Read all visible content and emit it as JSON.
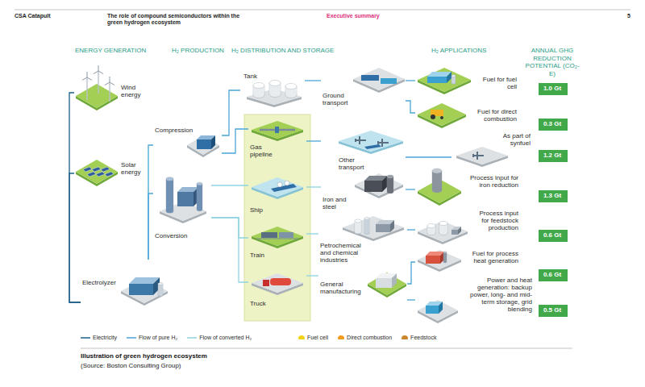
{
  "diagram": {
    "caption": "Illustration of green hydrogen ecosystem",
    "nodes": [
      {
        "text": [
          "Wind energy"
        ]
      },
      {
        "text": [
          "Solar energy"
        ]
      },
      {
        "text": [
          "Compression"
        ]
      },
      {
        "text": [
          "Conversion"
        ]
      },
      {
        "text": [
          "Electrolyzer"
        ]
      },
      {
        "text": [
          "Tank"
        ]
      },
      {
        "text": [
          "Gas pipeline"
        ]
      },
      {
        "text": [
          "Ship"
        ]
      },
      {
        "text": [
          "Train"
        ]
      },
      {
        "text": [
          "Truck"
        ]
      },
      {
        "text": [
          "Ground transport"
        ]
      },
      {
        "text": [
          "Other transport"
        ]
      },
      {
        "text": [
          "Iron and steel"
        ]
      },
      {
        "text": [
          "Petrochemical and chemical industries"
        ]
      },
      {
        "text": [
          "General manufacturing"
        ]
      },
      {
        "text": [
          "Fuel for fuel cell"
        ]
      },
      {
        "text": [
          "Fuel for direct combustion"
        ]
      },
      {
        "text": [
          "As part of synfuel"
        ]
      },
      {
        "text": [
          "Process input for iron reduction"
        ]
      },
      {
        "text": [
          "Process input for feedstock production"
        ]
      },
      {
        "text": [
          "Fuel for process heat generation"
        ]
      },
      {
        "text": [
          "Power and heat generation: backup power, long- and mid-term storage, grid blending"
        ]
      },
      {
        "text": [
          "1.0 Gt"
        ]
      },
      {
        "text": [
          "0.3 Gt"
        ]
      },
      {
        "text": [
          "1.2 Gt"
        ]
      },
      {
        "text": [
          "1.3 Gt"
        ]
      },
      {
        "text": [
          "0.6 Gt"
        ]
      },
      {
        "text": [
          "0.6 Gt"
        ]
      },
      {
        "text": [
          "0.5 Gt"
        ]
      }
    ],
    "edges": [
      {
        "from": 0,
        "to": 4,
        "arrow": "none"
      },
      {
        "from": 1,
        "to": 4,
        "arrow": "none"
      },
      {
        "from": 4,
        "to": 2,
        "arrow": "none"
      },
      {
        "from": 4,
        "to": 3,
        "arrow": "none"
      },
      {
        "from": 2,
        "to": 5,
        "arrow": "none"
      },
      {
        "from": 2,
        "to": 6,
        "arrow": "none"
      },
      {
        "from": 3,
        "to": 7,
        "arrow": "none"
      },
      {
        "from": 3,
        "to": 8,
        "arrow": "none"
      },
      {
        "from": 3,
        "to": 9,
        "arrow": "none"
      },
      {
        "from": 5,
        "to": 10,
        "arrow": "none"
      },
      {
        "from": 6,
        "to": 11,
        "arrow": "none"
      },
      {
        "from": 7,
        "to": 12,
        "arrow": "none"
      },
      {
        "from": 8,
        "to": 13,
        "arrow": "none"
      },
      {
        "from": 9,
        "to": 14,
        "arrow": "none"
      },
      {
        "from": 10,
        "to": 15,
        "arrow": "none"
      },
      {
        "from": 10,
        "to": 16,
        "arrow": "none"
      },
      {
        "from": 11,
        "to": 17,
        "arrow": "none"
      },
      {
        "from": 12,
        "to": 18,
        "arrow": "none"
      },
      {
        "from": 13,
        "to": 19,
        "arrow": "none"
      },
      {
        "from": 14,
        "to": 20,
        "arrow": "none"
      },
      {
        "from": 14,
        "to": 21,
        "arrow": "none"
      }
    ],
    "labels": [
      "CSA Catapult",
      "The role of compound semiconductors within the green hydrogen ecosystem",
      "Executive summary",
      "5",
      "ENERGY GENERATION",
      "H₂ PRODUCTION",
      "H₂ DISTRIBUTION AND STORAGE",
      "H₂ APPLICATIONS",
      "ANNUAL GHG REDUCTION POTENTIAL (CO₂-E)",
      "(Source: Boston Consulting Group)"
    ],
    "legend": [
      {
        "text": "Electricity"
      },
      {
        "text": "Flow of pure H₂"
      },
      {
        "text": "Flow of converted H₂"
      },
      {
        "text": "Fuel cell",
        "color": "#f2d21b"
      },
      {
        "text": "Direct combustion",
        "color": "#f09a1e"
      },
      {
        "text": "Feedstock",
        "color": "#c9862b"
      }
    ]
  }
}
